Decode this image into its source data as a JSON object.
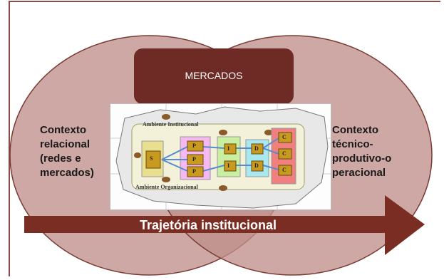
{
  "mercados_label": "MERCADOS",
  "left_context": "Contexto relacional (redes e mercados)",
  "right_context": "Contexto técnico-produtivo-o peracional",
  "arrow_label": "Trajetória institucional",
  "inset": {
    "institutional_label": "Ambiente Institucional",
    "organizational_label": "Ambiente Organizacional",
    "boxes": [
      "S",
      "P",
      "P",
      "P",
      "I",
      "I",
      "D",
      "D",
      "C",
      "C",
      "C"
    ]
  },
  "colors": {
    "ellipse_fill": "#c08f8a",
    "ellipse_stroke": "#7a3a33",
    "mercados_fill": "#6e2a24",
    "arrow": "#7a2e23"
  }
}
